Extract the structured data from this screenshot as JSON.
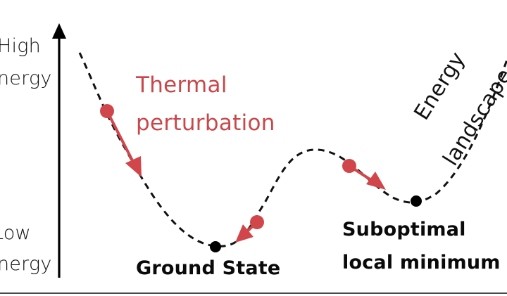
{
  "axis": {
    "high_label_line1": "High",
    "high_label_line2": "nergy",
    "low_label_line1": "Low",
    "low_label_line2": "nergy"
  },
  "annotations": {
    "thermal_line1": "Thermal",
    "thermal_line2": "perturbation",
    "landscape_line1": "Energy",
    "landscape_line2": "landscape"
  },
  "states": {
    "ground": "Ground State",
    "suboptimal_line1": "Suboptimal",
    "suboptimal_line2": "local minimum"
  },
  "colors": {
    "curve": "#111111",
    "perturbation": "#d0464a",
    "minimum_dot": "#000000"
  }
}
